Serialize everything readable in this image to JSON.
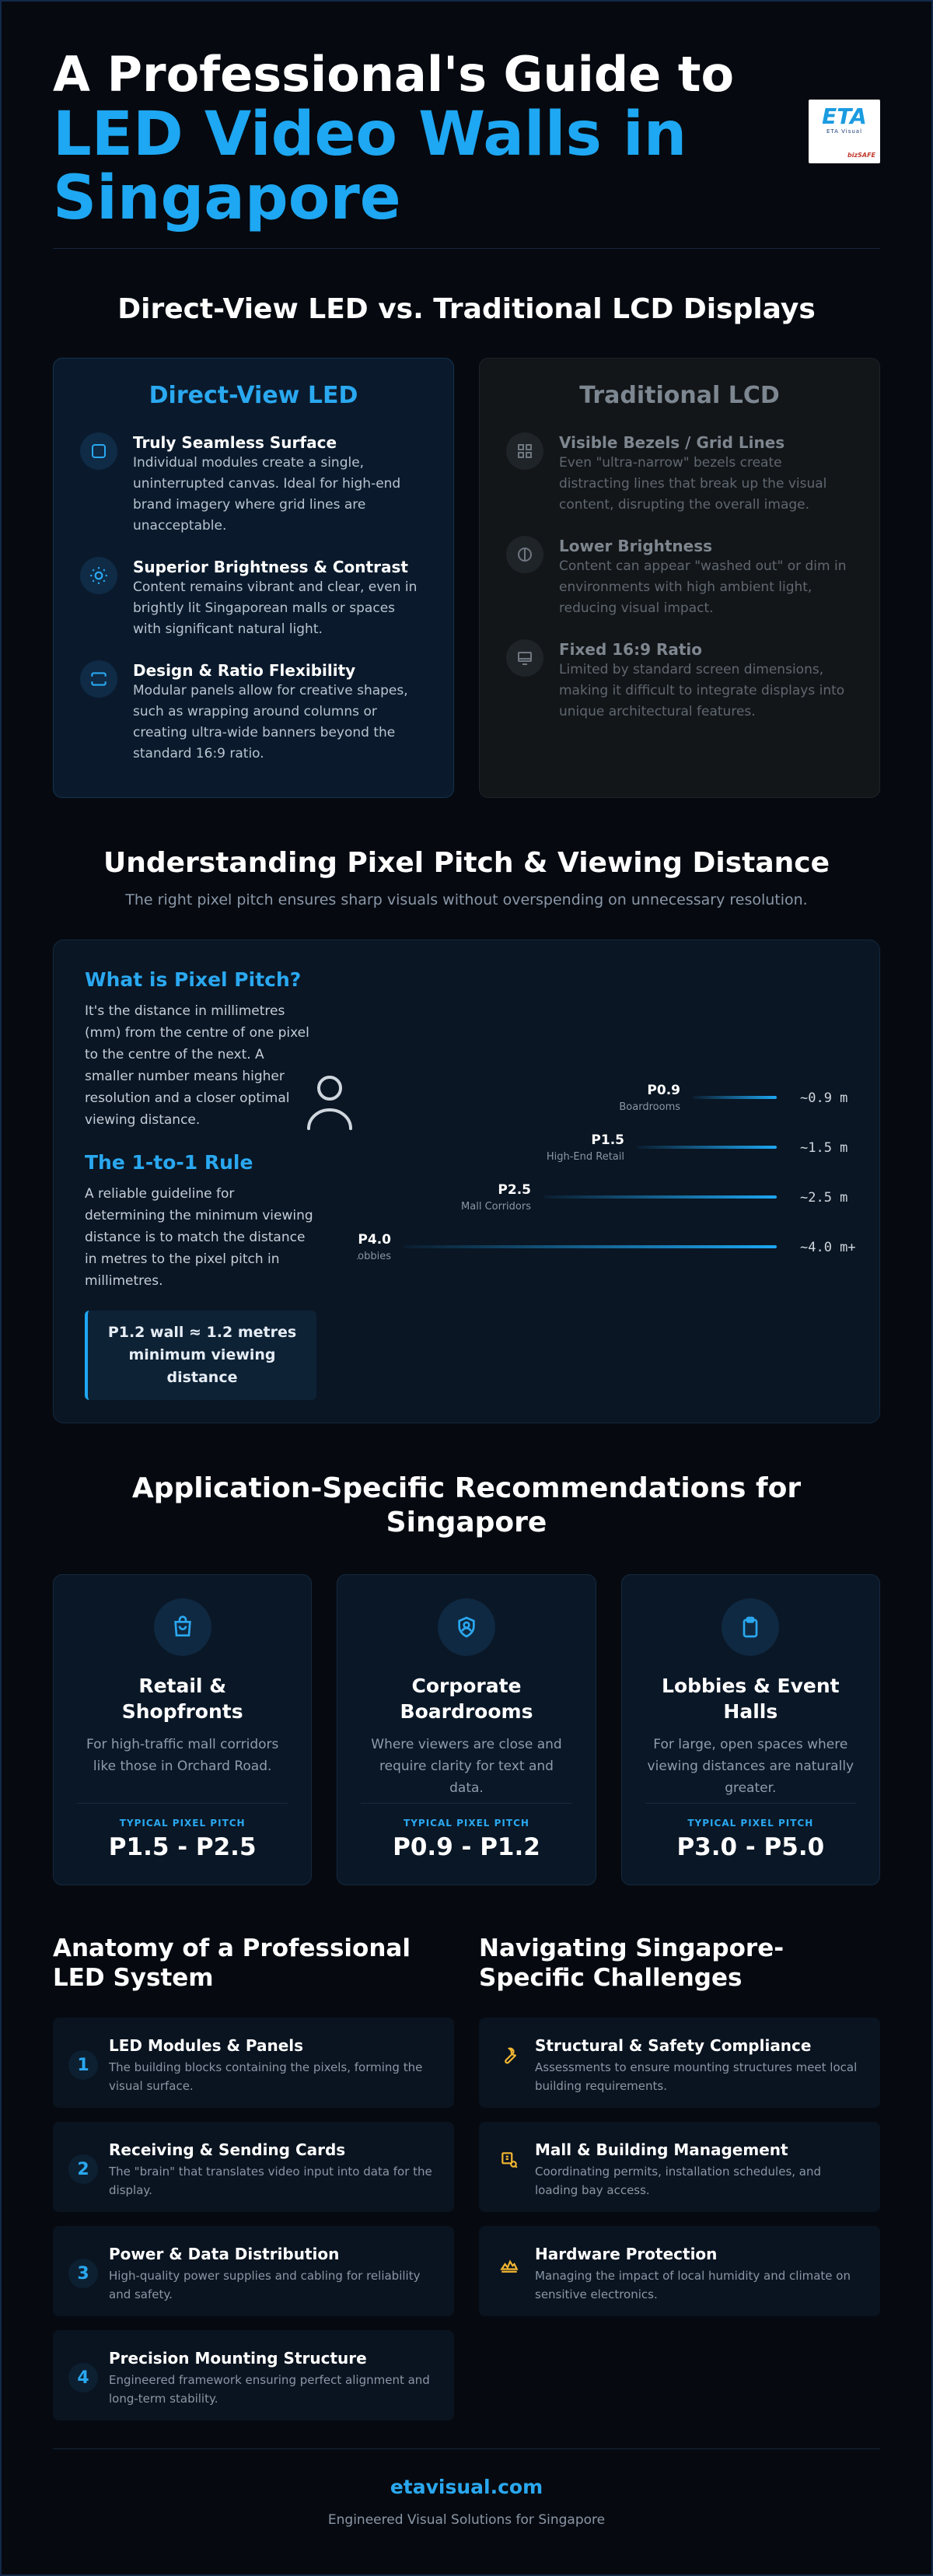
{
  "header": {
    "title_line1": "A Professional's Guide to",
    "title_line2": "LED Video Walls in Singapore",
    "logo": {
      "mark": "ETA",
      "sub": "ETA Visual",
      "badge": "bizSAFE"
    }
  },
  "comparison": {
    "title": "Direct-View LED vs. Traditional LCD Displays",
    "led": {
      "heading": "Direct-View LED",
      "features": [
        {
          "icon": "square-icon",
          "title": "Truly Seamless Surface",
          "desc": "Individual modules create a single, uninterrupted canvas. Ideal for high-end brand imagery where grid lines are unacceptable."
        },
        {
          "icon": "sun-icon",
          "title": "Superior Brightness & Contrast",
          "desc": "Content remains vibrant and clear, even in brightly lit Singaporean malls or spaces with significant natural light."
        },
        {
          "icon": "flex-shape-icon",
          "title": "Design & Ratio Flexibility",
          "desc": "Modular panels allow for creative shapes, such as wrapping around columns or creating ultra-wide banners beyond the standard 16:9 ratio."
        }
      ]
    },
    "lcd": {
      "heading": "Traditional LCD",
      "features": [
        {
          "icon": "grid-icon",
          "title": "Visible Bezels / Grid Lines",
          "desc": "Even \"ultra-narrow\" bezels create distracting lines that break up the visual content, disrupting the overall image."
        },
        {
          "icon": "contrast-icon",
          "title": "Lower Brightness",
          "desc": "Content can appear \"washed out\" or dim in environments with high ambient light, reducing visual impact."
        },
        {
          "icon": "monitor-icon",
          "title": "Fixed 16:9 Ratio",
          "desc": "Limited by standard screen dimensions, making it difficult to integrate displays into unique architectural features."
        }
      ]
    }
  },
  "pitch": {
    "title": "Understanding Pixel Pitch & Viewing Distance",
    "subtitle": "The right pixel pitch ensures sharp visuals without overspending on unnecessary resolution.",
    "what_title": "What is Pixel Pitch?",
    "what_text": "It's the distance in millimetres (mm) from the centre of one pixel to the centre of the next. A smaller number means higher resolution and a closer optimal viewing distance.",
    "rule_title": "The 1-to-1 Rule",
    "rule_text": "A reliable guideline for determining the minimum viewing distance is to match the distance in metres to the pixel pitch in millimetres.",
    "callout": "P1.2 wall ≈ 1.2 metres minimum viewing distance",
    "rows": [
      {
        "pitch": "P0.9",
        "use": "Boardrooms",
        "distance": "~0.9 m",
        "value": 0.9
      },
      {
        "pitch": "P1.5",
        "use": "High-End Retail",
        "distance": "~1.5 m",
        "value": 1.5
      },
      {
        "pitch": "P2.5",
        "use": "Mall Corridors",
        "distance": "~2.5 m",
        "value": 2.5
      },
      {
        "pitch": "P4.0",
        "use": "Large Lobbies",
        "distance": "~4.0 m+",
        "value": 4.0
      }
    ]
  },
  "apps": {
    "title": "Application-Specific Recommendations for Singapore",
    "cards": [
      {
        "icon": "shopping-bag-icon",
        "title": "Retail & Shopfronts",
        "desc": "For high-traffic mall corridors like those in Orchard Road.",
        "label": "TYPICAL PIXEL PITCH",
        "value": "P1.5 - P2.5"
      },
      {
        "icon": "badge-person-icon",
        "title": "Corporate Boardrooms",
        "desc": "Where viewers are close and require clarity for text and data.",
        "label": "TYPICAL PIXEL PITCH",
        "value": "P0.9 - P1.2"
      },
      {
        "icon": "clipboard-icon",
        "title": "Lobbies & Event Halls",
        "desc": "For large, open spaces where viewing distances are naturally greater.",
        "label": "TYPICAL PIXEL PITCH",
        "value": "P3.0 - P5.0"
      }
    ]
  },
  "anatomy": {
    "title": "Anatomy of a Professional LED System",
    "items": [
      {
        "num": "1",
        "title": "LED Modules & Panels",
        "desc": "The building blocks containing the pixels, forming the visual surface."
      },
      {
        "num": "2",
        "title": "Receiving & Sending Cards",
        "desc": "The \"brain\" that translates video input into data for the display."
      },
      {
        "num": "3",
        "title": "Power & Data Distribution",
        "desc": "High-quality power supplies and cabling for reliability and safety."
      },
      {
        "num": "4",
        "title": "Precision Mounting Structure",
        "desc": "Engineered framework ensuring perfect alignment and long-term stability."
      }
    ]
  },
  "challenges": {
    "title": "Navigating Singapore-Specific Challenges",
    "accent": "#f5b731",
    "items": [
      {
        "icon": "wrench-icon",
        "title": "Structural & Safety Compliance",
        "desc": "Assessments to ensure mounting structures meet local building requirements."
      },
      {
        "icon": "building-icon",
        "title": "Mall & Building Management",
        "desc": "Coordinating permits, installation schedules, and loading bay access."
      },
      {
        "icon": "climate-icon",
        "title": "Hardware Protection",
        "desc": "Managing the impact of local humidity and climate on sensitive electronics."
      }
    ]
  },
  "footer": {
    "link": "etavisual.com",
    "tagline": "Engineered Visual Solutions for Singapore"
  },
  "colors": {
    "accent": "#1ea7f2",
    "background": "#060a10",
    "card": "#0a1726"
  }
}
